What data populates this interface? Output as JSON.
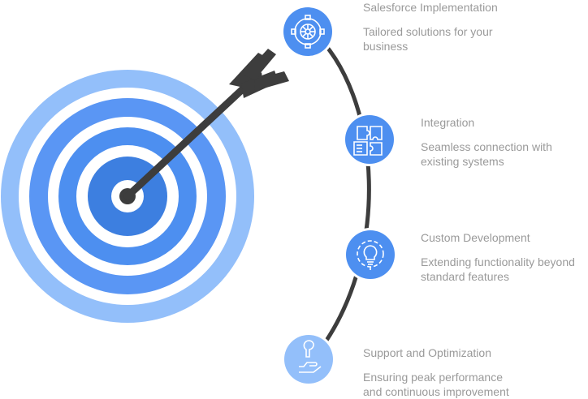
{
  "colors": {
    "ring_outer": "#93bffa",
    "ring_blue": "#4d8ff0",
    "ring_center": "#3d7fe0",
    "node_fill": "#4d8ff0",
    "node_fill_light": "#93bffa",
    "arc": "#3d3d3d",
    "arrow": "#3d3d3d",
    "text": "#9a9a9a"
  },
  "steps": [
    {
      "title": "Salesforce Implementation",
      "desc_line1": "Tailored solutions for your",
      "desc_line2": "business",
      "icon": "gear-wheel-icon"
    },
    {
      "title": "Integration",
      "desc_line1": "Seamless connection with",
      "desc_line2": "existing systems",
      "icon": "puzzle-pieces-icon"
    },
    {
      "title": "Custom Development",
      "desc_line1": "Extending functionality beyond",
      "desc_line2": "standard features",
      "icon": "lightbulb-gear-icon"
    },
    {
      "title": "Support and Optimization",
      "desc_line1": "Ensuring peak performance",
      "desc_line2": "and continuous improvement",
      "icon": "wrench-hand-icon"
    }
  ]
}
